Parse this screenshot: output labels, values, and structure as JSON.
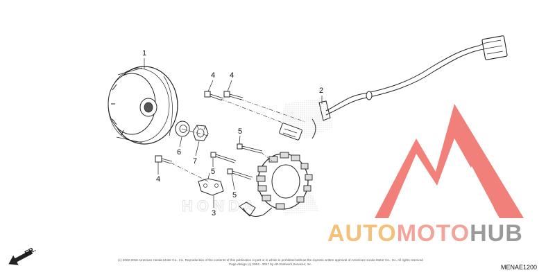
{
  "callouts": [
    {
      "id": "1",
      "label": "1"
    },
    {
      "id": "2",
      "label": "2"
    },
    {
      "id": "3",
      "label": "3"
    },
    {
      "id": "4a",
      "label": "4"
    },
    {
      "id": "4b",
      "label": "4"
    },
    {
      "id": "4c",
      "label": "4"
    },
    {
      "id": "5a",
      "label": "5"
    },
    {
      "id": "5b",
      "label": "5"
    },
    {
      "id": "5c",
      "label": "5"
    },
    {
      "id": "6",
      "label": "6"
    },
    {
      "id": "7",
      "label": "7"
    }
  ],
  "direction_label": "FR.",
  "diagram_code": "MENAE1200",
  "copyright_lines": [
    "(c) 2002-2018 American Honda Motor Co., Inc. Reproduction of the contents of this publication in part or in whole is prohibited without the express written approval of American Honda Motor Co., Inc. All rights reserved",
    "Page design (c) 2004 - 2017 by ARI Network Services, Inc."
  ],
  "watermark": {
    "part1": "AUTO",
    "part2": "MOTO",
    "part3": "HUB",
    "color_part1": "#f4c07a",
    "color_part2": "#f2a49a",
    "color_part3": "#9a9a9a",
    "logo_color": "#f06b63"
  },
  "background_mark": "HONDA"
}
